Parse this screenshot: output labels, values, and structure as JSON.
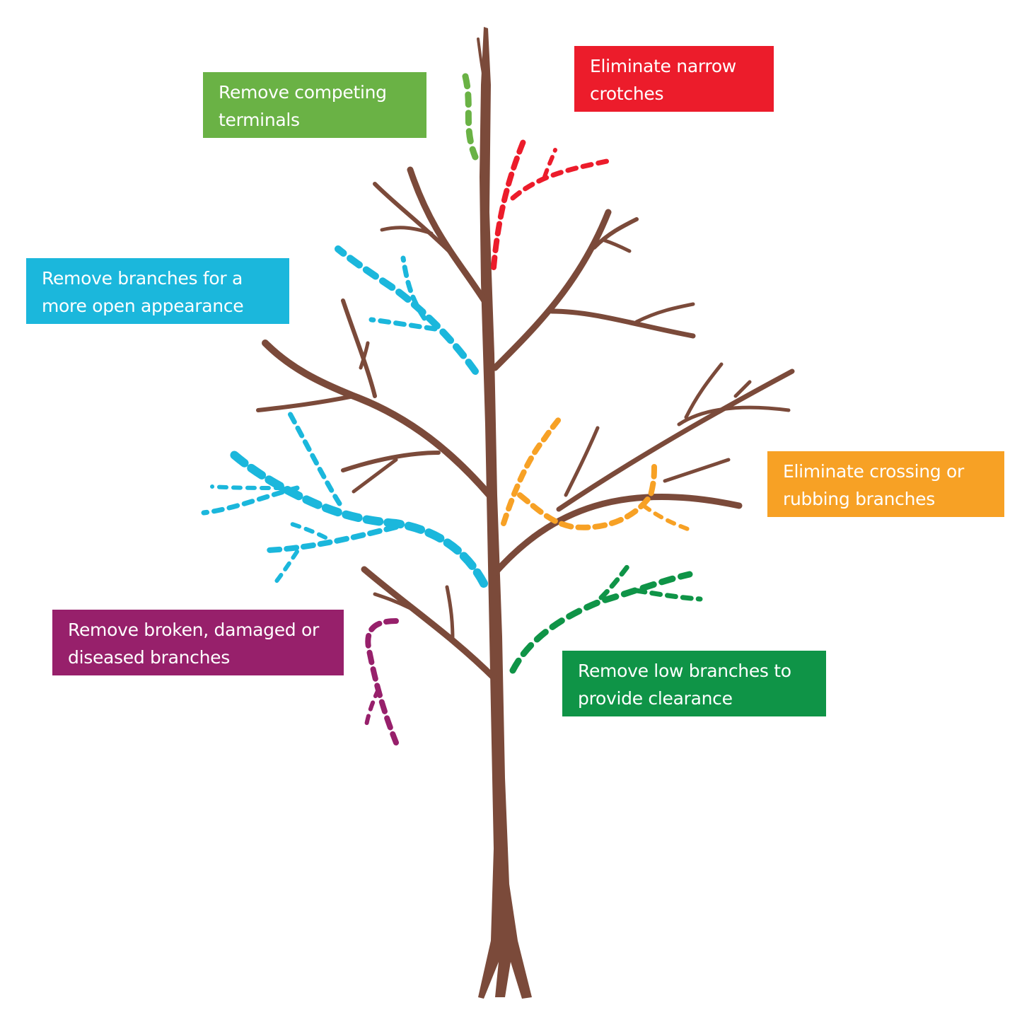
{
  "labels": {
    "competing_terminals": {
      "text": "Remove competing terminals",
      "color": "#6ab245"
    },
    "narrow_crotches": {
      "text": "Eliminate narrow crotches",
      "color": "#ec1c2b"
    },
    "open_appearance": {
      "text": "Remove branches for a more open appearance",
      "color": "#1bb7dc"
    },
    "crossing_rubbing": {
      "text": "Eliminate crossing or rubbing branches",
      "color": "#f7a125"
    },
    "broken_damaged": {
      "text": "Remove broken, damaged or diseased branches",
      "color": "#97206b"
    },
    "low_branches": {
      "text": "Remove low branches to provide clearance",
      "color": "#0f9447"
    }
  },
  "tree_color": "#7b4a3a"
}
